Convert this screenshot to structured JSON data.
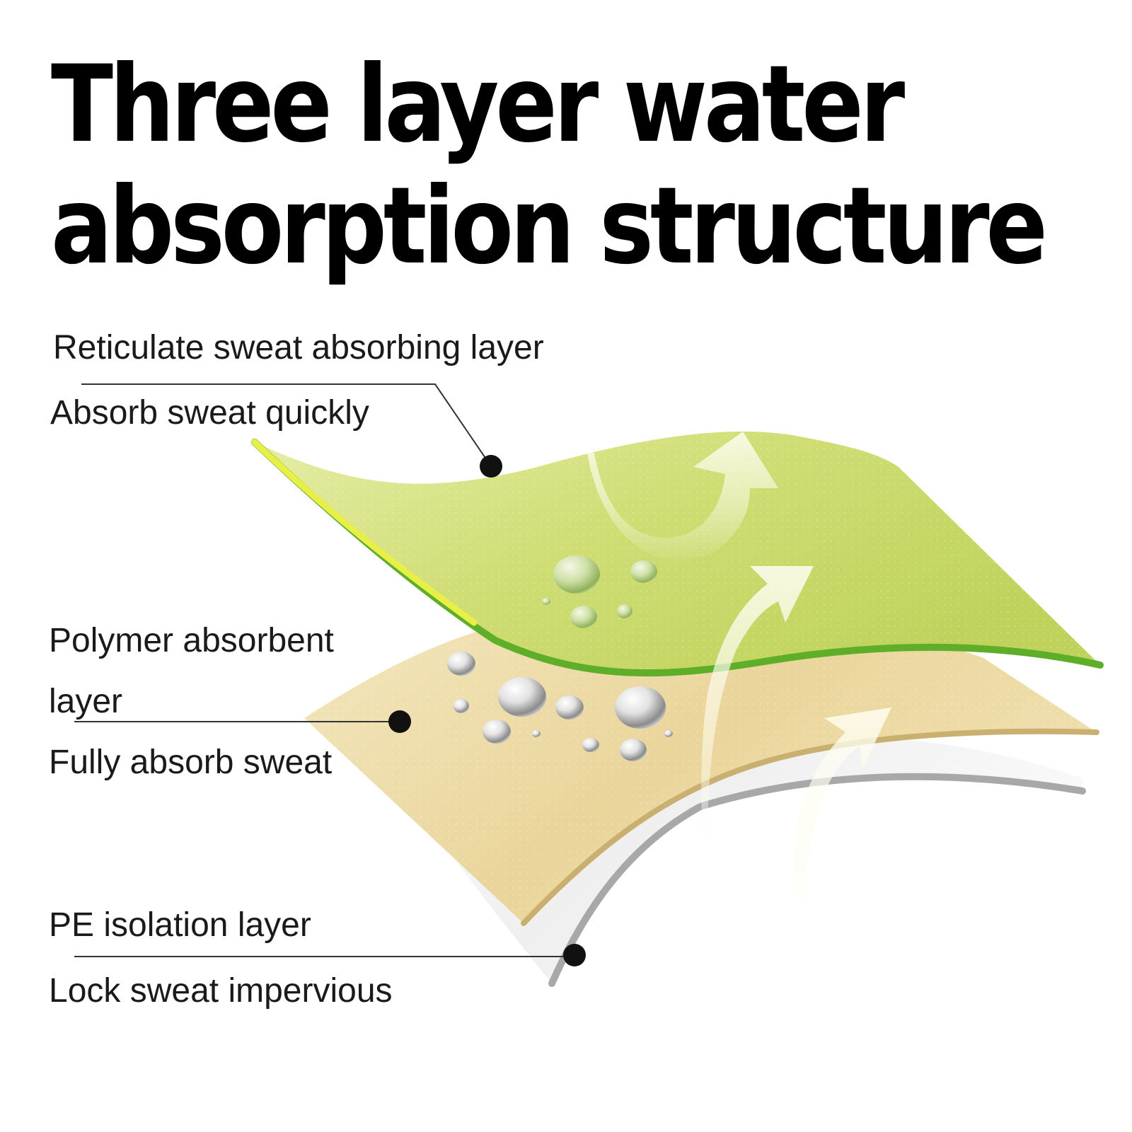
{
  "title": {
    "line1": "Three layer water",
    "line2": "absorption structure"
  },
  "layers": [
    {
      "name": "Reticulate sweat absorbing layer",
      "description": "Absorb sweat quickly",
      "color": "#c9d86a",
      "edge_color": "#5fae2a"
    },
    {
      "name_lines": [
        "Polymer absorbent",
        "layer"
      ],
      "description": "Fully absorb sweat",
      "color": "#ecd9a2",
      "edge_color": "#c9b070"
    },
    {
      "name": "PE isolation layer",
      "description": "Lock sweat impervious",
      "color": "#f1f1f1",
      "edge_color": "#a8a8a8"
    }
  ],
  "colors": {
    "text": "#1a1a1a",
    "title": "#000000",
    "arrow": "#fbfbe6",
    "droplet": "#ffffff",
    "leader_line": "#333333"
  },
  "icons": [
    "upward-arrow-icon",
    "water-droplet-icon"
  ]
}
